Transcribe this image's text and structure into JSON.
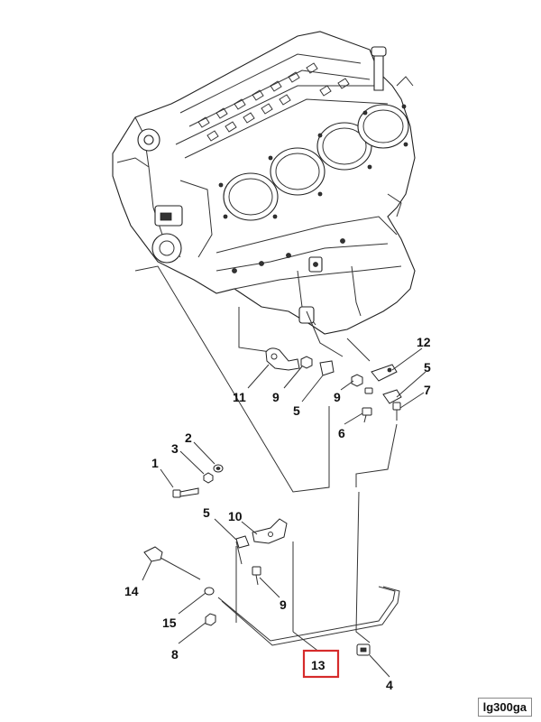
{
  "diagram": {
    "callouts": [
      {
        "id": "1",
        "label": "1"
      },
      {
        "id": "2",
        "label": "2"
      },
      {
        "id": "3",
        "label": "3"
      },
      {
        "id": "4",
        "label": "4"
      },
      {
        "id": "5a",
        "label": "5"
      },
      {
        "id": "5b",
        "label": "5"
      },
      {
        "id": "5c",
        "label": "5"
      },
      {
        "id": "6",
        "label": "6"
      },
      {
        "id": "7",
        "label": "7"
      },
      {
        "id": "8",
        "label": "8"
      },
      {
        "id": "9a",
        "label": "9"
      },
      {
        "id": "9b",
        "label": "9"
      },
      {
        "id": "9c",
        "label": "9"
      },
      {
        "id": "10",
        "label": "10"
      },
      {
        "id": "11",
        "label": "11"
      },
      {
        "id": "12",
        "label": "12"
      },
      {
        "id": "13",
        "label": "13",
        "highlighted": true
      },
      {
        "id": "14",
        "label": "14"
      },
      {
        "id": "15",
        "label": "15"
      }
    ],
    "reference_id": "lg300ga",
    "highlight_color": "#d62b2b"
  }
}
